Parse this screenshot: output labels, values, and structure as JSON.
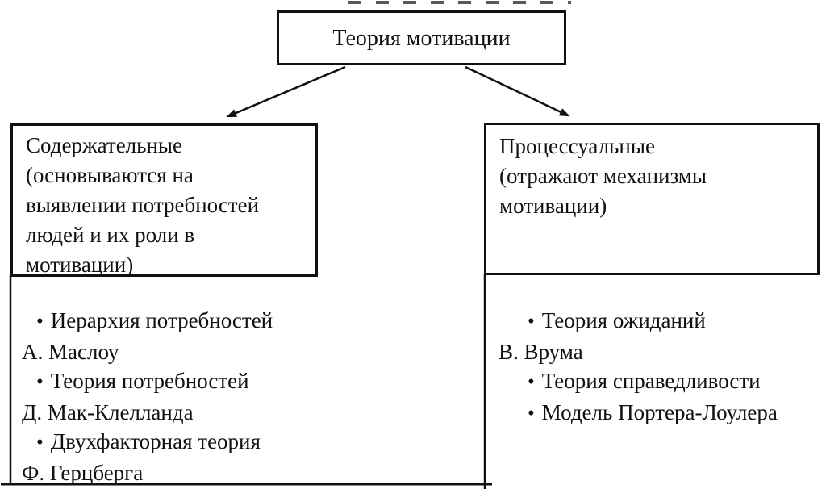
{
  "root_box": {
    "label": "Теория мотивации"
  },
  "left_box": {
    "label": "Содержательные\n(основываются на\nвыявлении потребностей\nлюдей и их роли в\nмотивации)"
  },
  "right_box": {
    "label": "Процессуальные\n(отражают механизмы\nмотивации)"
  },
  "left_list": {
    "items": [
      {
        "title": "Иерархия потребностей",
        "author": "А. Маслоу"
      },
      {
        "title": "Теория потребностей",
        "author": "Д. Мак-Клелланда"
      },
      {
        "title": "Двухфакторная теория",
        "author": "Ф. Герцберга"
      }
    ]
  },
  "right_list": {
    "items": [
      {
        "title": "Теория ожиданий",
        "author": "В. Врума"
      },
      {
        "title": "Теория справедливости",
        "author": ""
      },
      {
        "title": "Модель Портера-Лоулера",
        "author": ""
      }
    ]
  },
  "icons": {
    "bullet": "•"
  },
  "colors": {
    "ink": "#111111",
    "background": "#ffffff"
  }
}
